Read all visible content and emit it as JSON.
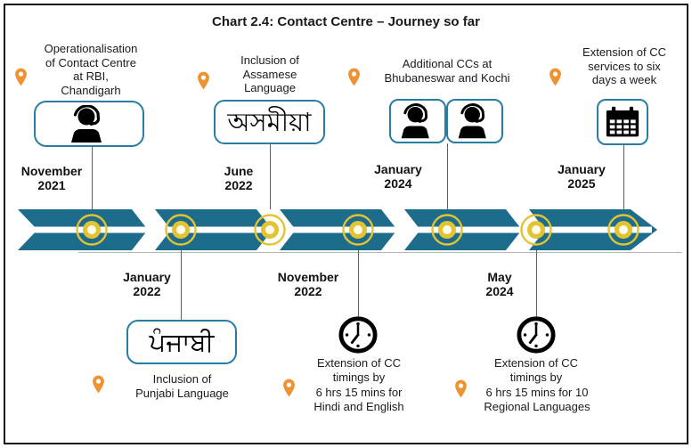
{
  "title": "Chart 2.4: Contact Centre – Journey so far",
  "colors": {
    "band_teal": "#1E6C8C",
    "marker_ring": "#E2C433",
    "marker_center": "#FFFBEA",
    "box_border": "#2B7CA3",
    "pin_orange": "#EE9331",
    "text": "#1A1A1A",
    "connector_gray": "#606060"
  },
  "timeline": {
    "direction": "left-to-right",
    "marker_x": [
      103,
      203,
      303,
      402,
      502,
      602,
      700
    ],
    "milestones": [
      {
        "date": "November 2021",
        "label": "Operationalisation of Contact Centre at RBI, Chandigarh",
        "icon": "headset-agent",
        "side": "above"
      },
      {
        "date": "January 2022",
        "label": "Inclusion of Punjabi Language",
        "icon_text": "ਪੰਜਾਬੀ",
        "side": "below"
      },
      {
        "date": "June 2022",
        "label": "Inclusion of Assamese Language",
        "icon_text": "অসমীয়া",
        "side": "above"
      },
      {
        "date": "November 2022",
        "label": "Extension of CC timings by 6 hrs 15 mins for Hindi and English",
        "icon": "clock",
        "side": "below"
      },
      {
        "date": "January 2024",
        "label": "Additional CCs at Bhubaneswar and Kochi",
        "icon": "headset-agent-pair",
        "side": "above"
      },
      {
        "date": "May 2024",
        "label": "Extension of CC timings by 6 hrs 15 mins for 10 Regional Languages",
        "icon": "clock",
        "side": "below"
      },
      {
        "date": "January 2025",
        "label": "Extension of CC services to six days a week",
        "icon": "calendar",
        "side": "above"
      }
    ]
  },
  "events_above": [
    {
      "date": "November\n2021",
      "label": "Operationalisation\nof Contact Centre\nat RBI,\nChandigarh"
    },
    {
      "date": "June\n2022",
      "label": "Inclusion of\nAssamese\nLanguage",
      "glyph": "অসমীয়া"
    },
    {
      "date": "January\n2024",
      "label": "Additional CCs at\nBhubaneswar and Kochi"
    },
    {
      "date": "January\n2025",
      "label": "Extension of CC\nservices to six\ndays a week"
    }
  ],
  "events_below": [
    {
      "date": "January\n2022",
      "label": "Inclusion of\nPunjabi Language",
      "glyph": "ਪੰਜਾਬੀ"
    },
    {
      "date": "November\n2022",
      "label1": "Extension of CC\ntimings by",
      "label2": "6 hrs 15 mins for\nHindi and English"
    },
    {
      "date": "May\n2024",
      "label1": "Extension of CC\ntimings by",
      "label2": "6 hrs 15 mins for 10\nRegional Languages"
    }
  ]
}
